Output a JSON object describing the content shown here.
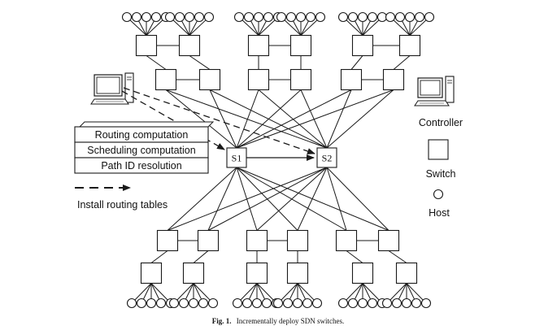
{
  "switches": {
    "s1": "S1",
    "s2": "S2"
  },
  "controller_functions": [
    "Routing computation",
    "Scheduling computation",
    "Path ID resolution"
  ],
  "legend": {
    "install_routing_tables": "Install routing tables",
    "controller": "Controller",
    "switch": "Switch",
    "host": "Host"
  },
  "caption": {
    "label": "Fig. 1.",
    "text": "Incrementally deploy SDN switches."
  },
  "icons": {
    "controller": "computer-icon",
    "switch": "square-icon",
    "host": "circle-icon"
  },
  "colors": {
    "stroke": "#1a1a1a",
    "fill": "#ffffff"
  }
}
